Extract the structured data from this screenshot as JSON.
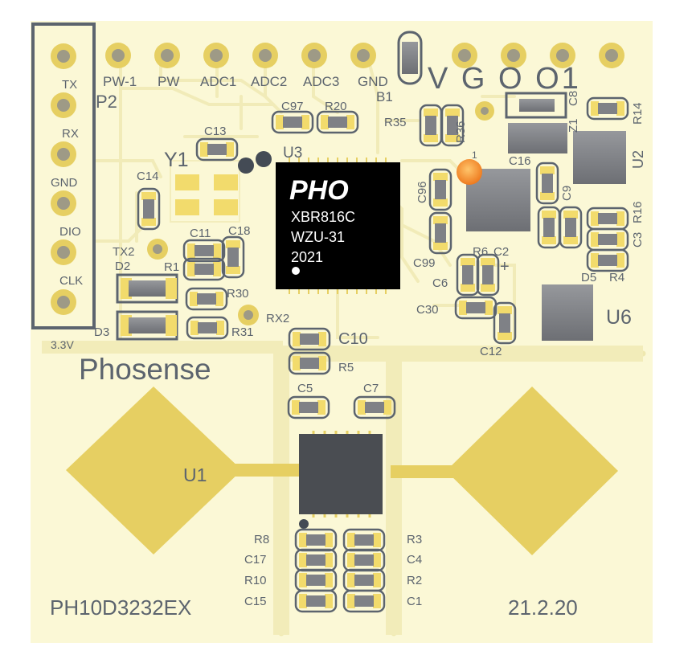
{
  "colors": {
    "board": "#fbf8d6",
    "trace": "#f3edbc",
    "copper": "#e6cf62",
    "pad": "#f2db6c",
    "silk": "#5c646e",
    "chip": "#000000",
    "component": "#7f8186",
    "led": "#f58a2a"
  },
  "header_pins": [
    "TX",
    "RX",
    "GND",
    "DIO",
    "CLK",
    "3.3V"
  ],
  "header_name": "P2",
  "top_pins": [
    "PW-1",
    "PW",
    "ADC1",
    "ADC2",
    "ADC3",
    "GND"
  ],
  "top_label_vgo01": "V G O O1",
  "brand": "Phosense",
  "chip": {
    "logo": "PHO",
    "line1": "XBR816C",
    "line2": "WZU-31",
    "line3": "2021"
  },
  "designators": {
    "Y1": "Y1",
    "U3": "U3",
    "C13": "C13",
    "C14": "C14",
    "C97": "C97",
    "R20": "R20",
    "R35": "R35",
    "R36": "R36",
    "B1": "B1",
    "C96": "C96",
    "C99": "C99",
    "C16": "C16",
    "C8": "C8",
    "R14": "R14",
    "Z1": "Z1",
    "U2": "U2",
    "C9": "C9",
    "R16": "R16",
    "C3": "C3",
    "R6": "R6",
    "C2": "C2",
    "C6": "C6",
    "D5": "D5",
    "R4": "R4",
    "C30": "C30",
    "U6": "U6",
    "C12": "C12",
    "TX2": "TX2",
    "D2": "D2",
    "R1": "R1",
    "C11": "C11",
    "C18": "C18",
    "R30": "R30",
    "D3": "D3",
    "R31": "R31",
    "RX2": "RX2",
    "C10": "C10",
    "R5": "R5",
    "C5": "C5",
    "C7": "C7",
    "U1": "U1",
    "R8": "R8",
    "C17": "C17",
    "R10": "R10",
    "C15": "C15",
    "R3": "R3",
    "C4": "C4",
    "R2": "R2",
    "C1": "C1",
    "pin1": "1",
    "plus": "+"
  },
  "part_number": "PH10D3232EX",
  "date": "21.2.20"
}
